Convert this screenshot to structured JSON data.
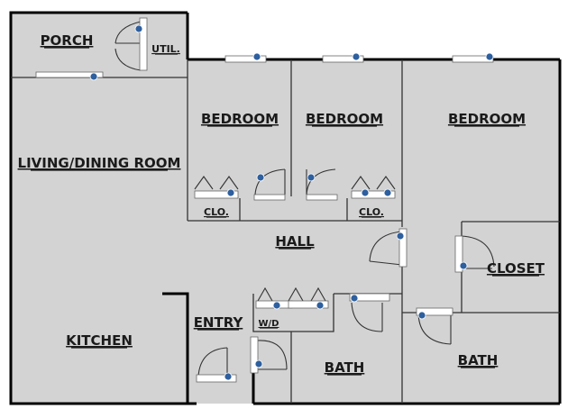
{
  "rooms": {
    "porch": "PORCH",
    "util": "UTIL.",
    "living": "LIVING/DINING ROOM",
    "bedroom1": "BEDROOM",
    "bedroom2": "BEDROOM",
    "bedroom3": "BEDROOM",
    "closet1": "CLO.",
    "closet2": "CLO.",
    "hall": "HALL",
    "closet_big": "CLOSET",
    "kitchen": "KITCHEN",
    "entry": "ENTRY",
    "wd": "W/D",
    "bath1": "BATH",
    "bath2": "BATH"
  },
  "marker_icon": "info-marker-icon",
  "colors": {
    "floor": "#d3d3d3",
    "wall": "#000000",
    "marker": "#2e5f9e",
    "fixture": "#ffffff"
  }
}
